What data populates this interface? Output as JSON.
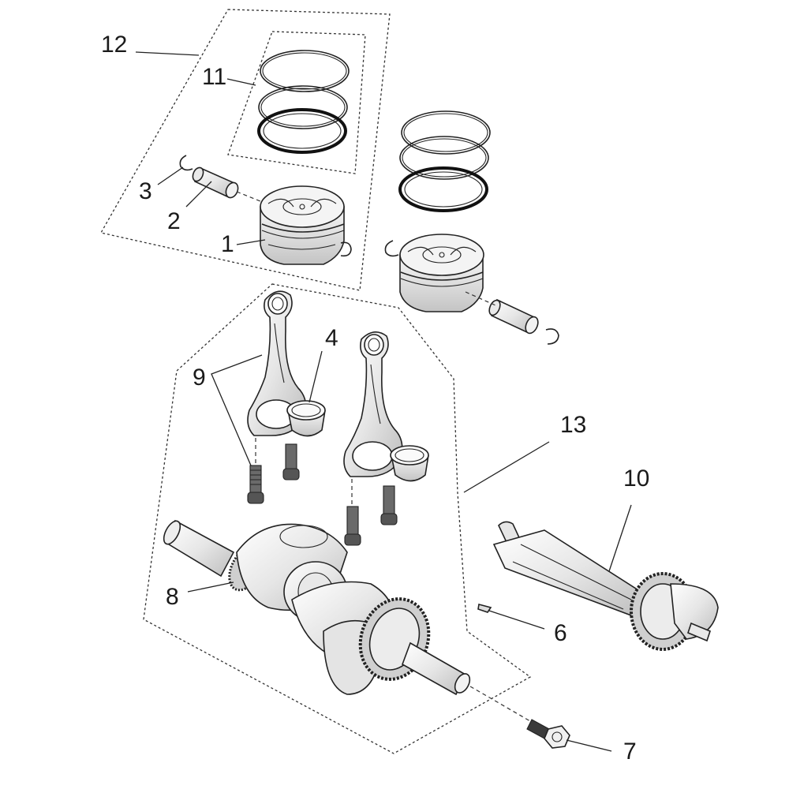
{
  "callouts": {
    "c1": "1",
    "c2": "2",
    "c3": "3",
    "c4": "4",
    "c6": "6",
    "c7": "7",
    "c8": "8",
    "c9": "9",
    "c10": "10",
    "c11": "11",
    "c12": "12",
    "c13": "13"
  },
  "colors": {
    "line": "#222222",
    "metal_light": "#f2f2f2",
    "metal_mid": "#d9d9d9",
    "metal_dark": "#9a9a9a",
    "background": "#ffffff"
  }
}
